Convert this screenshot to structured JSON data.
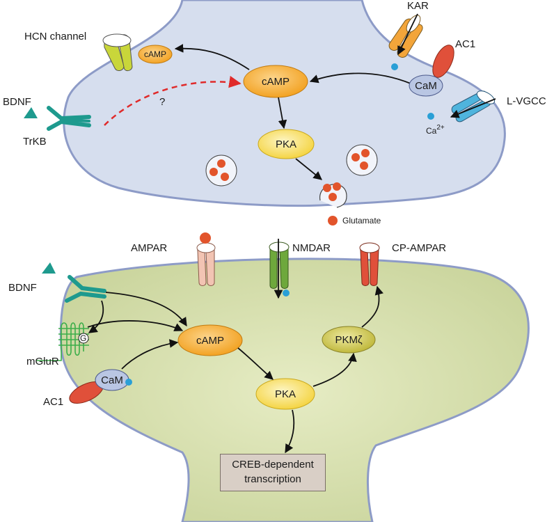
{
  "presynaptic": {
    "hcn_label": "HCN channel",
    "hcn_camp": "cAMP",
    "kar_label": "KAR",
    "ac1_label": "AC1",
    "cam_label": "CaM",
    "lvgcc_label": "L-VGCC",
    "ca_label": "Ca",
    "ca_sup": "2+",
    "bdnf_label": "BDNF",
    "trkb_label": "TrKB",
    "question_mark": "?",
    "camp_node": "cAMP",
    "pka_node": "PKA",
    "glutamate_label": "Glutamate"
  },
  "postsynaptic": {
    "ampar_label": "AMPAR",
    "nmdar_label": "NMDAR",
    "cp_ampar_label": "CP-AMPAR",
    "bdnf_label": "BDNF",
    "g_label": "G",
    "mglur_label": "mGluR",
    "ac1_label": "AC1",
    "cam_label": "CaM",
    "camp_node": "cAMP",
    "pka_node": "PKA",
    "pkmz_node": "PKMζ",
    "creb_line1": "CREB-dependent",
    "creb_line2": "transcription"
  },
  "colors": {
    "pre_fill": "#d6deee",
    "post_fill": "#d8e0b0",
    "membrane": "#8d9bc7",
    "camp": "#f5a21e",
    "pka": "#f7d84a",
    "pkmz": "#c6bf3a",
    "glutamate": "#e2542b",
    "hcn": "#c9d63a",
    "kar": "#f3a53a",
    "ac1": "#e0503a",
    "lvgcc": "#4fb4dd",
    "trkb": "#1e9a8e",
    "ampar": "#f2c4b3",
    "nmdar": "#6ea83c",
    "cp_ampar": "#e0503a",
    "mglur": "#3cae4a",
    "calcium": "#2a9fd6",
    "dashed_arrow": "#e02a2a"
  }
}
